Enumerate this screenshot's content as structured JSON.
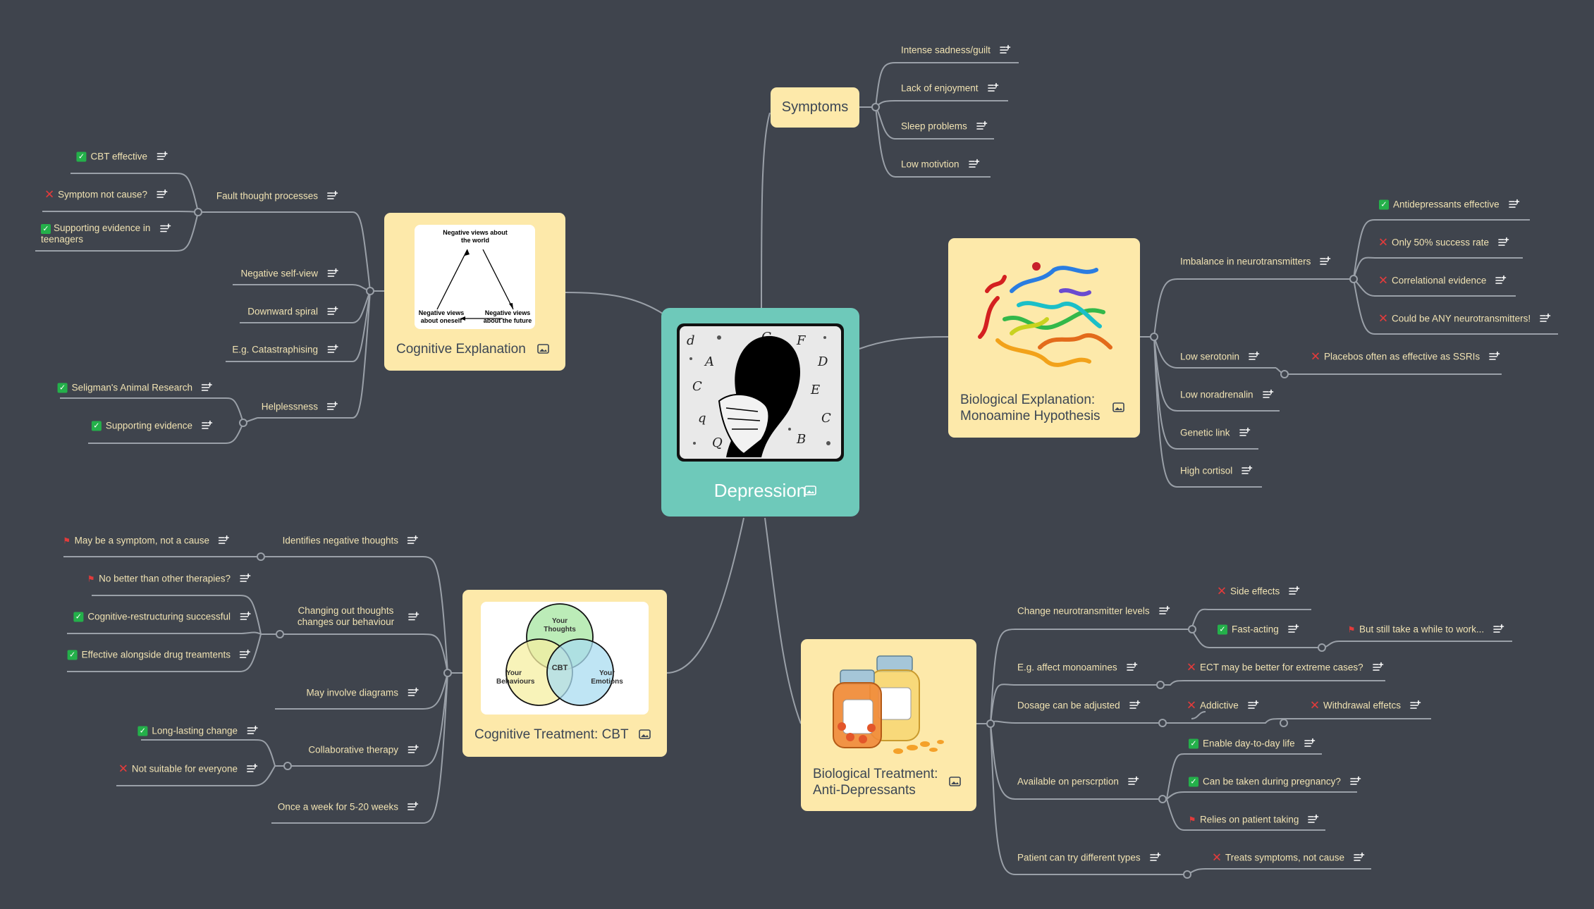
{
  "central": {
    "label": "Depression"
  },
  "symptoms": {
    "label": "Symptoms",
    "items": [
      "Intense sadness/guilt",
      "Lack of enjoyment",
      "Sleep problems",
      "Low motivtion"
    ]
  },
  "cognitive_explanation": {
    "label": "Cognitive Explanation",
    "triangle": {
      "top": "Negative views about the world",
      "left": "Negative views about oneself",
      "right": "Negative views about the future"
    },
    "fault": {
      "label": "Fault thought processes",
      "children": [
        {
          "label": "CBT effective",
          "marker": "check"
        },
        {
          "label": "Symptom not cause?",
          "marker": "cross"
        },
        {
          "label": "Supporting evidence in teenagers",
          "marker": "check"
        }
      ]
    },
    "negative_self_view": "Negative self-view",
    "downward_spiral": "Downward spiral",
    "catastrophising": "E.g. Catastraphising",
    "helplessness": {
      "label": "Helplessness",
      "children": [
        {
          "label": "Seligman's Animal Research",
          "marker": "check"
        },
        {
          "label": "Supporting evidence",
          "marker": "check"
        }
      ]
    }
  },
  "biological_explanation": {
    "label": "Biological Explanation: Monoamine Hypothesis",
    "imbalance": {
      "label": "Imbalance in neurotransmitters",
      "children": [
        {
          "label": "Antidepressants effective",
          "marker": "check"
        },
        {
          "label": "Only 50% success rate",
          "marker": "cross"
        },
        {
          "label": "Correlational evidence",
          "marker": "cross"
        },
        {
          "label": "Could be ANY neurotransmitters!",
          "marker": "cross"
        }
      ]
    },
    "low_serotonin": {
      "label": "Low serotonin",
      "child": {
        "label": "Placebos often as effective as SSRIs",
        "marker": "cross"
      }
    },
    "low_noradrenalin": "Low noradrenalin",
    "genetic_link": "Genetic link",
    "high_cortisol": "High cortisol"
  },
  "cbt": {
    "label": "Cognitive Treatment: CBT",
    "venn": {
      "top": "Your Thoughts",
      "left": "Your Behaviours",
      "right": "Your Emotions",
      "center": "CBT"
    },
    "identifies": {
      "label": "Identifies negative thoughts",
      "child": {
        "label": "May be a symptom, not a cause",
        "marker": "flag"
      }
    },
    "changing": {
      "label": "Changing out thoughts changes our behaviour",
      "children": [
        {
          "label": "No better than other therapies?",
          "marker": "flag"
        },
        {
          "label": "Cognitive-restructuring successful",
          "marker": "check"
        },
        {
          "label": "Effective alongside drug treamtents",
          "marker": "check"
        }
      ]
    },
    "diagrams": "May involve diagrams",
    "collaborative": {
      "label": "Collaborative therapy",
      "children": [
        {
          "label": "Long-lasting change",
          "marker": "check"
        },
        {
          "label": "Not suitable for everyone",
          "marker": "cross"
        }
      ]
    },
    "once_a_week": "Once a week for 5-20 weeks"
  },
  "antidepressants": {
    "label": "Biological Treatment: Anti-Depressants",
    "change_levels": {
      "label": "Change neurotransmitter levels",
      "side_effects": {
        "label": "Side effects",
        "marker": "cross"
      },
      "fast_acting": {
        "label": "Fast-acting",
        "marker": "check"
      },
      "but_still": {
        "label": "But still take a while to work...",
        "marker": "flag"
      }
    },
    "affect_monoamines": {
      "label": "E.g. affect monoamines",
      "child": {
        "label": "ECT may be better for extreme cases?",
        "marker": "cross"
      }
    },
    "dosage": {
      "label": "Dosage can be adjusted",
      "addictive": {
        "label": "Addictive",
        "marker": "cross"
      },
      "withdrawal": {
        "label": "Withdrawal effetcs",
        "marker": "cross"
      }
    },
    "prescription": {
      "label": "Available on perscrption",
      "children": [
        {
          "label": "Enable day-to-day life",
          "marker": "check"
        },
        {
          "label": "Can be taken during pregnancy?",
          "marker": "check"
        },
        {
          "label": "Relies on patient taking",
          "marker": "flag"
        }
      ]
    },
    "different_types": {
      "label": "Patient can try different types",
      "child": {
        "label": "Treats symptoms, not cause",
        "marker": "cross"
      }
    }
  },
  "colors": {
    "background": "#3f444d",
    "central": "#6ec9ba",
    "card": "#fde9aa",
    "text": "#f0e2b2",
    "line": "#9aa0a8",
    "check": "#24b04a",
    "cross": "#e23b3b"
  }
}
